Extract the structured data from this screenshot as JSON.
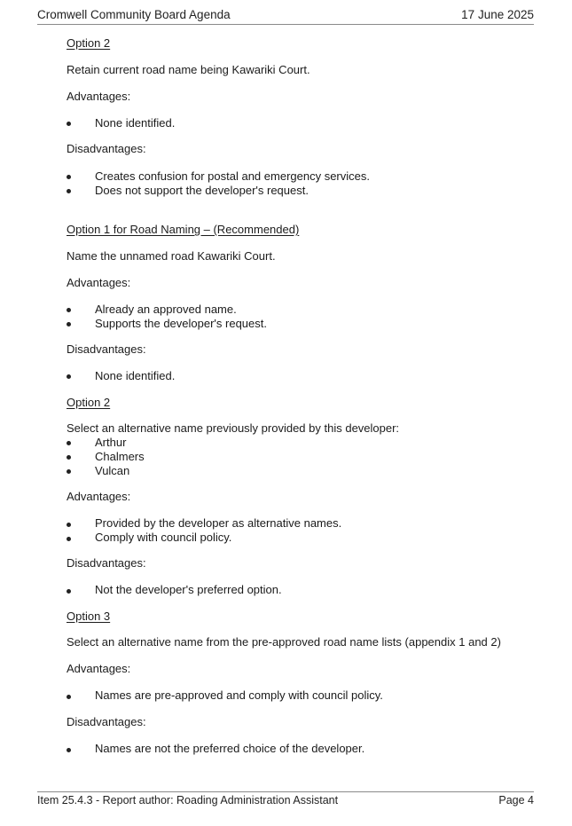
{
  "header": {
    "title": "Cromwell Community Board Agenda",
    "date": "17 June 2025"
  },
  "sections": [
    {
      "heading": "Option 2",
      "description": "Retain current road name being Kawariki Court.",
      "advantages_label": "Advantages:",
      "advantages": [
        "None identified."
      ],
      "disadvantages_label": "Disadvantages:",
      "disadvantages": [
        "Creates confusion for postal and emergency services.",
        "Does not support the developer's request."
      ]
    },
    {
      "heading": "Option 1 for Road Naming – (Recommended)",
      "description": "Name the unnamed road Kawariki Court.",
      "advantages_label": "Advantages:",
      "advantages": [
        "Already an approved name.",
        "Supports the developer's request."
      ],
      "disadvantages_label": "Disadvantages:",
      "disadvantages": [
        "None identified."
      ]
    },
    {
      "heading": "Option 2",
      "description": "Select an alternative name previously provided by this developer:",
      "names": [
        "Arthur",
        "Chalmers",
        "Vulcan"
      ],
      "advantages_label": "Advantages:",
      "advantages": [
        "Provided by the developer as alternative names.",
        "Comply with council policy."
      ],
      "disadvantages_label": "Disadvantages:",
      "disadvantages": [
        "Not the developer's preferred option."
      ]
    },
    {
      "heading": "Option 3",
      "description": "Select an alternative name from the pre-approved road name lists (appendix 1 and 2)",
      "advantages_label": "Advantages:",
      "advantages": [
        "Names are pre-approved and comply with council policy."
      ],
      "disadvantages_label": "Disadvantages:",
      "disadvantages": [
        "Names are not the preferred choice of the developer."
      ]
    }
  ],
  "footer": {
    "item": "Item 25.4.3 - Report author: Roading Administration Assistant",
    "page": "Page 4"
  }
}
